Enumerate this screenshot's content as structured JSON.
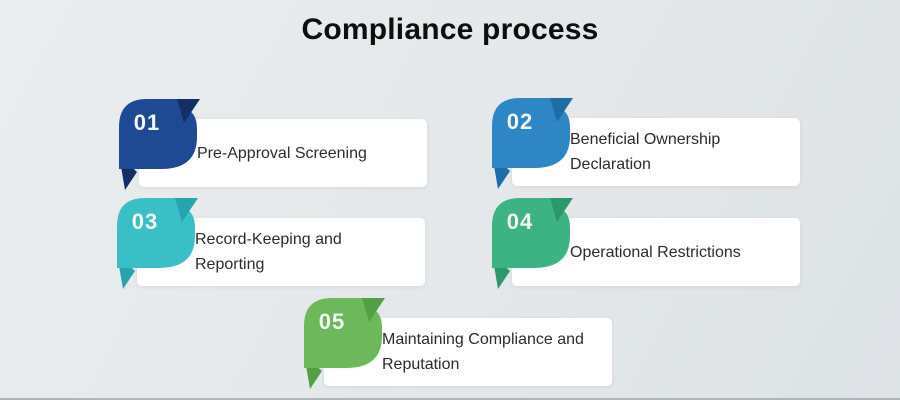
{
  "title": "Compliance process",
  "steps": [
    {
      "number": "01",
      "label": "Pre-Approval Screening",
      "body_color": "#1d4a93",
      "fold_color": "#132f66"
    },
    {
      "number": "02",
      "label": "Beneficial Ownership Declaration",
      "body_color": "#2e86c4",
      "fold_color": "#1f6da6"
    },
    {
      "number": "03",
      "label": "Record-Keeping and Reporting",
      "body_color": "#3bbfc7",
      "fold_color": "#26a4ae"
    },
    {
      "number": "04",
      "label": "Operational Restrictions",
      "body_color": "#3db384",
      "fold_color": "#2d986c"
    },
    {
      "number": "05",
      "label": "Maintaining Compliance and Reputation",
      "body_color": "#6cb85a",
      "fold_color": "#55a046"
    }
  ],
  "colors": {
    "badge_number_text": "#f6f9fb",
    "card_background": "#ffffff",
    "label_text": "#2b2b2b",
    "title_text": "#0e0e0e"
  }
}
